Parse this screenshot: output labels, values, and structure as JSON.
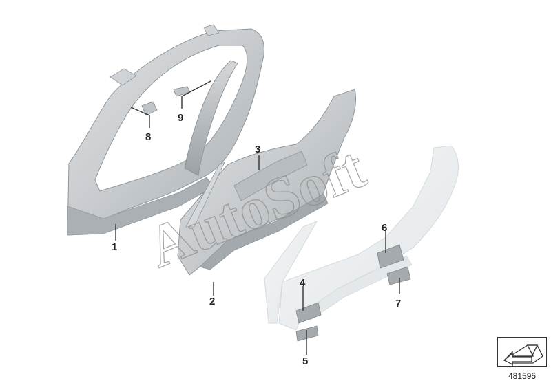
{
  "callouts": {
    "c1": "1",
    "c2": "2",
    "c3": "3",
    "c4": "4",
    "c5": "5",
    "c6": "6",
    "c7": "7",
    "c8": "8",
    "c9": "9"
  },
  "watermark": "AutoSoft",
  "diagram_number": "481595",
  "icons": {
    "navigation": "arrow-icon"
  },
  "colors": {
    "part_fill": "#c9cdd0",
    "part_shadow": "#9ea4a9",
    "ghost_part": "#ebeff0",
    "highlight": "#9aa1a6",
    "text": "#222222"
  }
}
